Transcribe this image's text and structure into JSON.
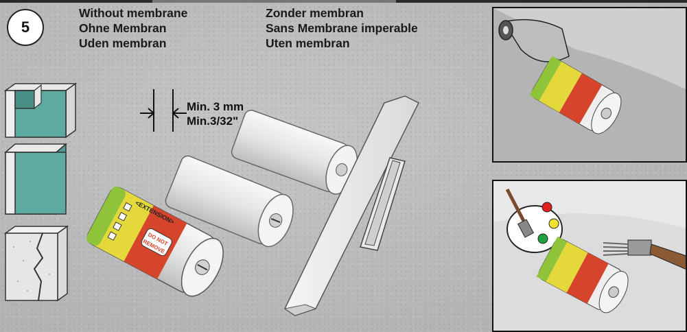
{
  "step_number": "5",
  "languages": [
    "Without membrane",
    "Ohne Membran",
    "Uden membran",
    "Zonder membran",
    "Sans Membrane imperable",
    "Uten membran"
  ],
  "dimension": {
    "metric": "Min. 3 mm",
    "imperial": "Min.3/32\""
  },
  "sleeve_labels": {
    "extension": "<EXTENSION>",
    "do_not_remove_1": "DO NOT",
    "do_not_remove_2": "REMOVE"
  },
  "colors": {
    "wall_material_teal": "#5faaa0",
    "label_orange": "#d6452b",
    "label_yellow": "#e4d83a",
    "label_green": "#8fc43a"
  },
  "icons": [
    "membrane-roll-icon",
    "paint-palette-icon",
    "paint-brush-icon",
    "wall-brush-icon"
  ]
}
